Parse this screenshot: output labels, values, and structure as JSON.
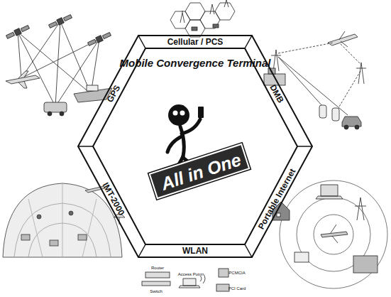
{
  "diagram": {
    "nodes": [
      {
        "text": [
          "Mobile Convergence Terminal"
        ]
      },
      {
        "text": [
          "All in One"
        ],
        "in": 0
      }
    ],
    "labels": [
      "Cellular / PCS",
      "DMB",
      "Portable Internet",
      "WLAN",
      "IMT-2000",
      "GPS",
      "Router",
      "Switch",
      "Access Point",
      "PCMCIA",
      "PCI Card"
    ]
  }
}
